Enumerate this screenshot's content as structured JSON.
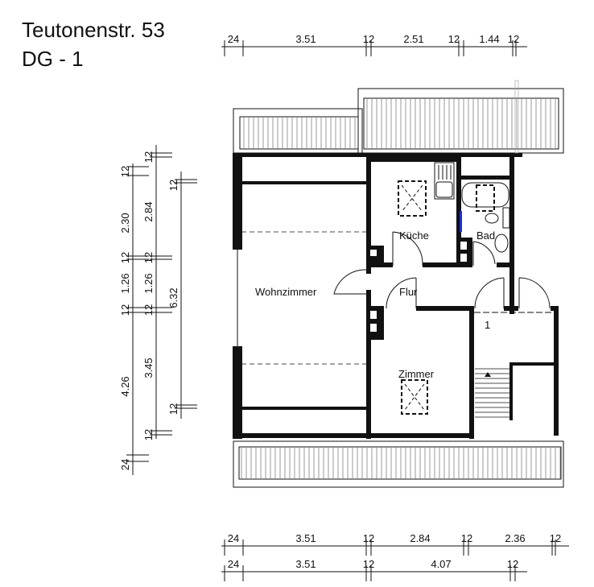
{
  "header": {
    "address": "Teutonenstr. 53",
    "floor": "DG - 1"
  },
  "rooms": {
    "living": "Wohnzimmer",
    "kitchen": "Küche",
    "bath": "Bad",
    "hall": "Flur",
    "room": "Zimmer",
    "stair_marker": "1"
  },
  "dims": {
    "top": [
      "24",
      "3.51",
      "12",
      "2.51",
      "12",
      "1.44",
      "12"
    ],
    "bottom1": [
      "24",
      "3.51",
      "12",
      "2.84",
      "12",
      "2.36",
      "12"
    ],
    "bottom2": [
      "24",
      "3.51",
      "12",
      "4.07",
      "12"
    ],
    "left_a": [
      "12",
      "2.30",
      "12",
      "1.26",
      "12",
      "4.26",
      "24"
    ],
    "left_b": [
      "12",
      "2.84",
      "12",
      "1.26",
      "12",
      "3.45",
      "12"
    ],
    "left_c": [
      "12",
      "6.32",
      "12"
    ]
  },
  "colors": {
    "wall": "#111111",
    "radiator": "#1a2fd0"
  }
}
